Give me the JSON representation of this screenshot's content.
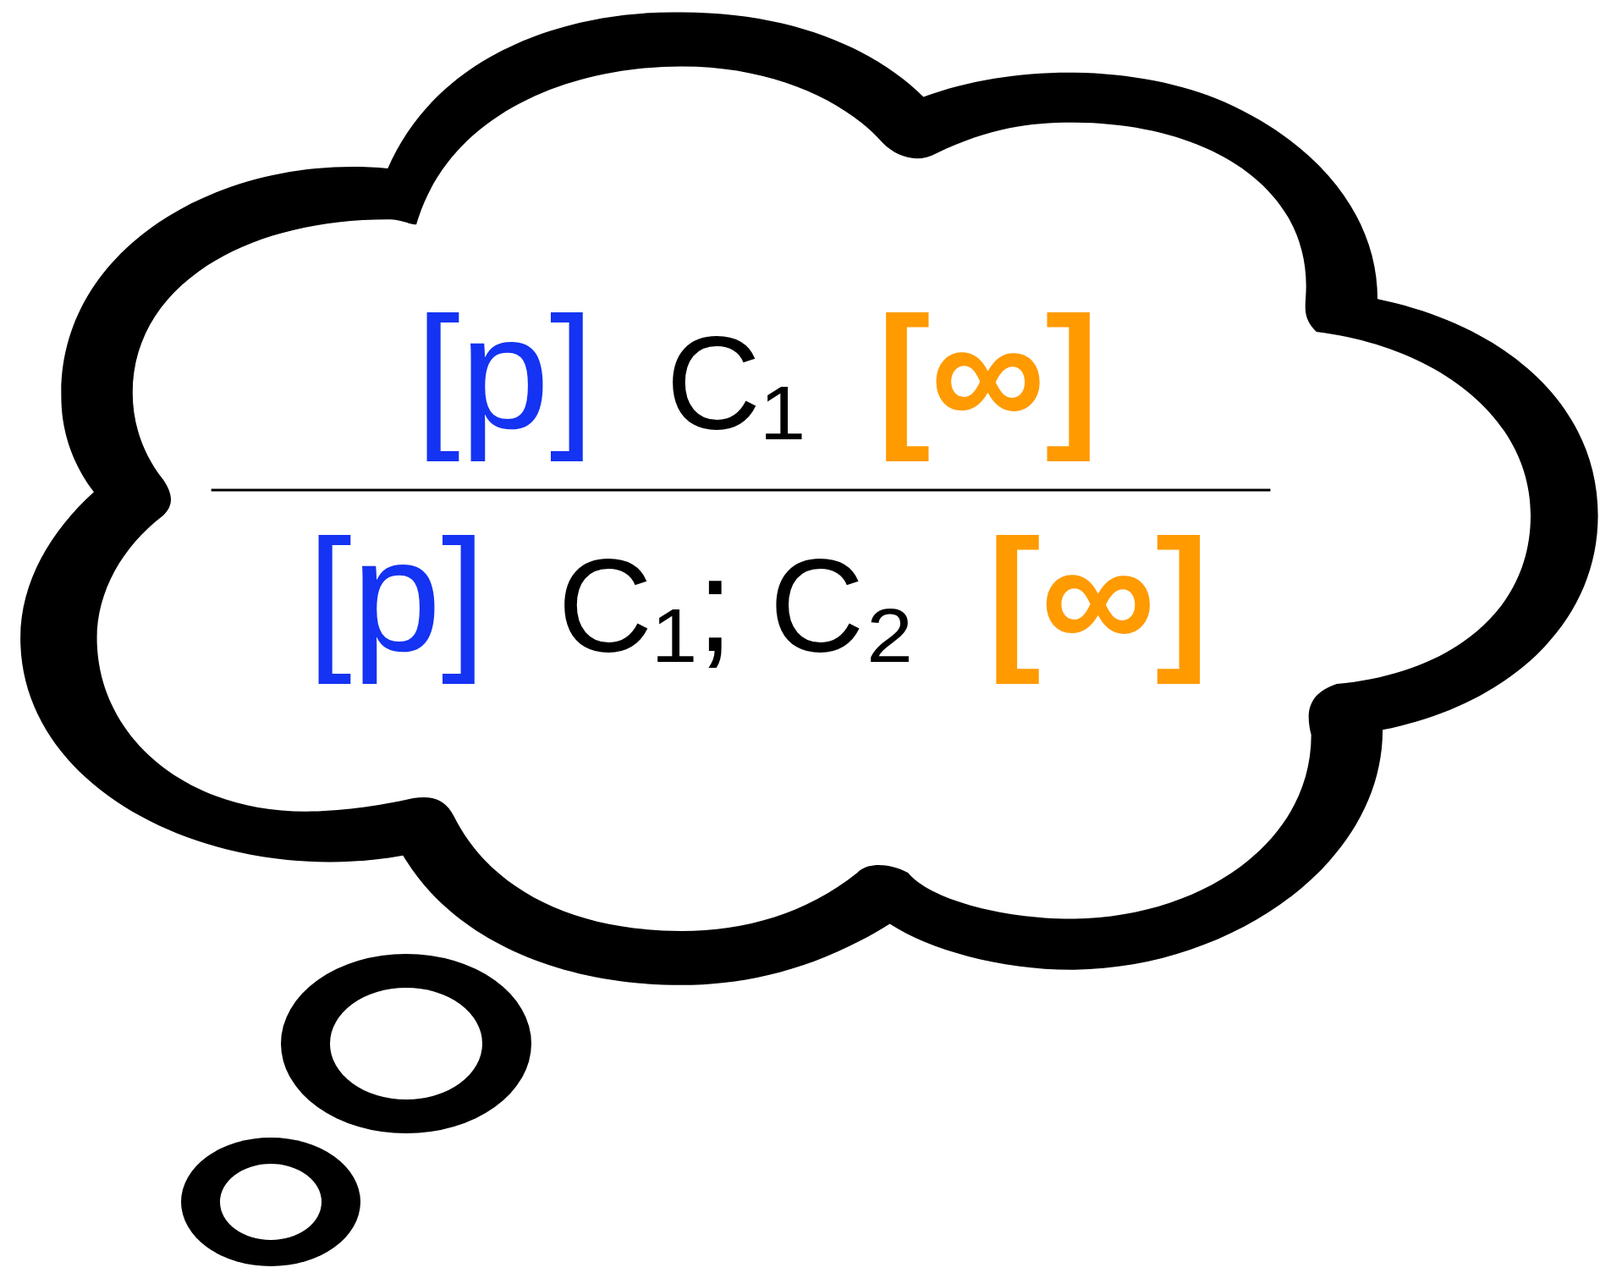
{
  "diagram": {
    "nodes": [
      {
        "text": [
          "[p]",
          "C₁",
          "[∞]",
          "[p]",
          "C₁; C₂",
          "[∞]"
        ]
      }
    ]
  }
}
